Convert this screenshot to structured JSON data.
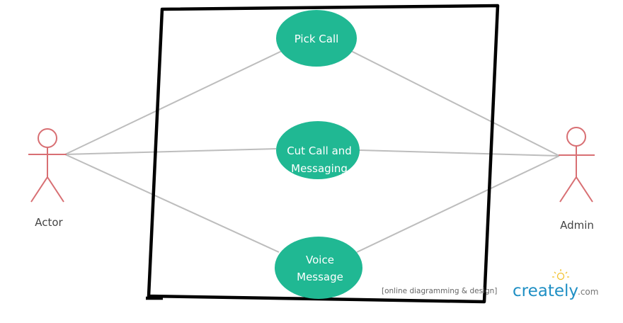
{
  "actors": {
    "left": {
      "label": "Actor"
    },
    "right": {
      "label": "Admin"
    }
  },
  "use_cases": {
    "pick_call": {
      "line1": "Pick Call"
    },
    "cut_call": {
      "line1": "Cut Call and",
      "line2": "Messaging"
    },
    "voice_message": {
      "line1": "Voice",
      "line2": "Message"
    }
  },
  "watermark": {
    "tagline": "[online diagramming & design]",
    "brand": "creately",
    "domain": ".com"
  },
  "colors": {
    "use_case_fill": "#20b893",
    "actor_stroke": "#d86f73",
    "connector": "#bdbdbd",
    "boundary": "#000000",
    "brand": "#1f8fc4",
    "bulb": "#f2c12e"
  }
}
